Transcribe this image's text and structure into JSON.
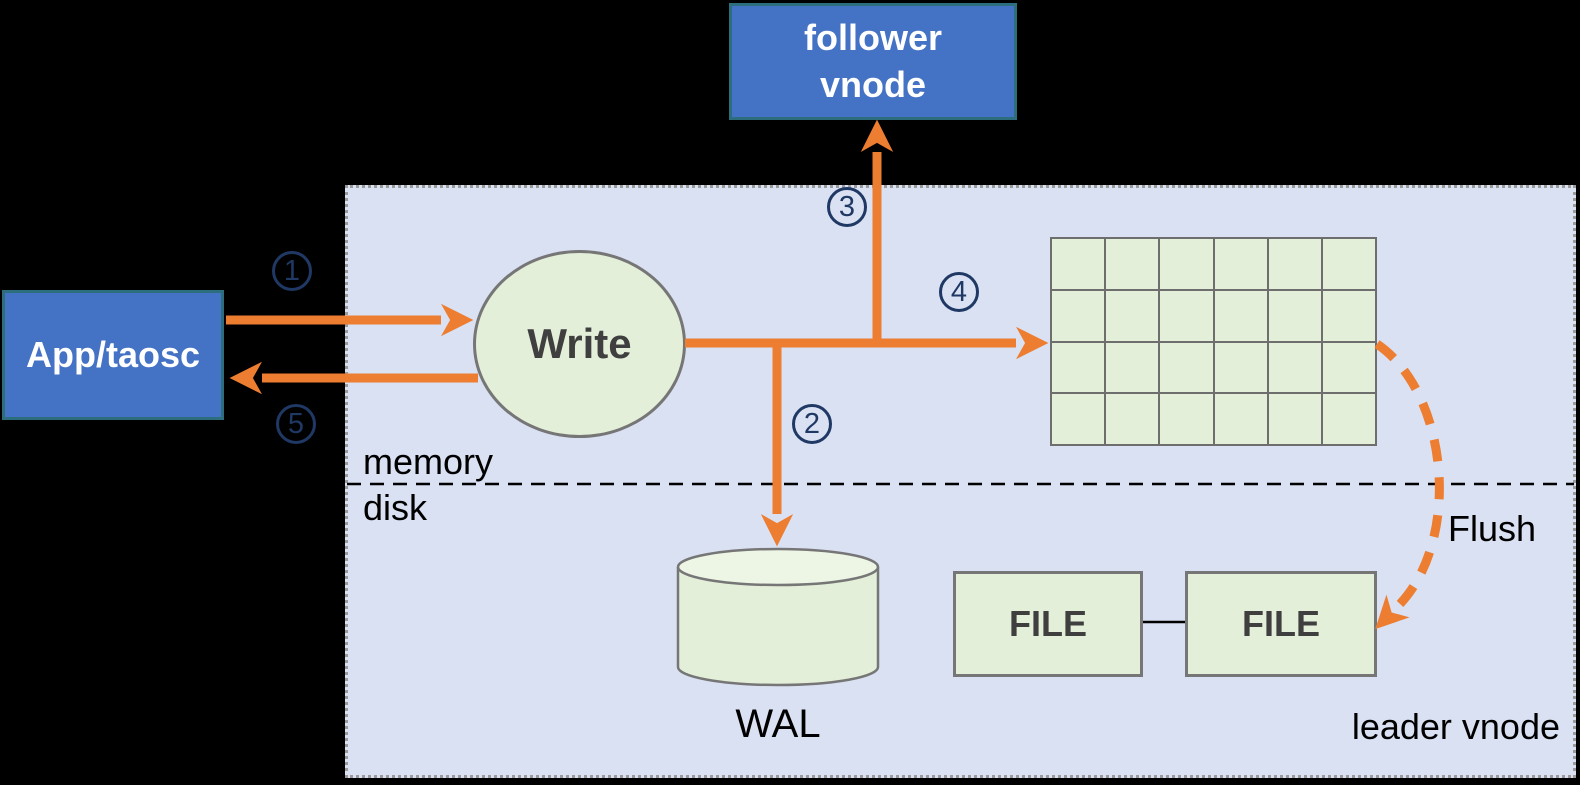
{
  "colors": {
    "background": "#000000",
    "panel": "#d9e1f2",
    "panel_border": "#9a9a9a",
    "box_blue": "#4472c4",
    "box_blue_border": "#2d6e7e",
    "green_fill": "#e3efd9",
    "green_top": "#edf5e4",
    "green_border": "#767676",
    "grid_line": "#6e6e6e",
    "orange": "#ed7d31",
    "navy": "#1f3864",
    "dark_text": "#3f3f3f",
    "ink": "#000000"
  },
  "nodes": {
    "app": {
      "label": "App/taosc"
    },
    "follower": {
      "line1": "follower",
      "line2": "vnode"
    },
    "write": {
      "label": "Write"
    },
    "wal": {
      "label": "WAL"
    },
    "file_left": {
      "label": "FILE"
    },
    "file_right": {
      "label": "FILE"
    }
  },
  "labels": {
    "memory": "memory",
    "disk": "disk",
    "flush": "Flush",
    "leader_vnode": "leader vnode"
  },
  "steps": {
    "s1": "1",
    "s2": "2",
    "s3": "3",
    "s4": "4",
    "s5": "5"
  },
  "layout": {
    "grid": {
      "rows": 4,
      "cols": 6
    }
  }
}
